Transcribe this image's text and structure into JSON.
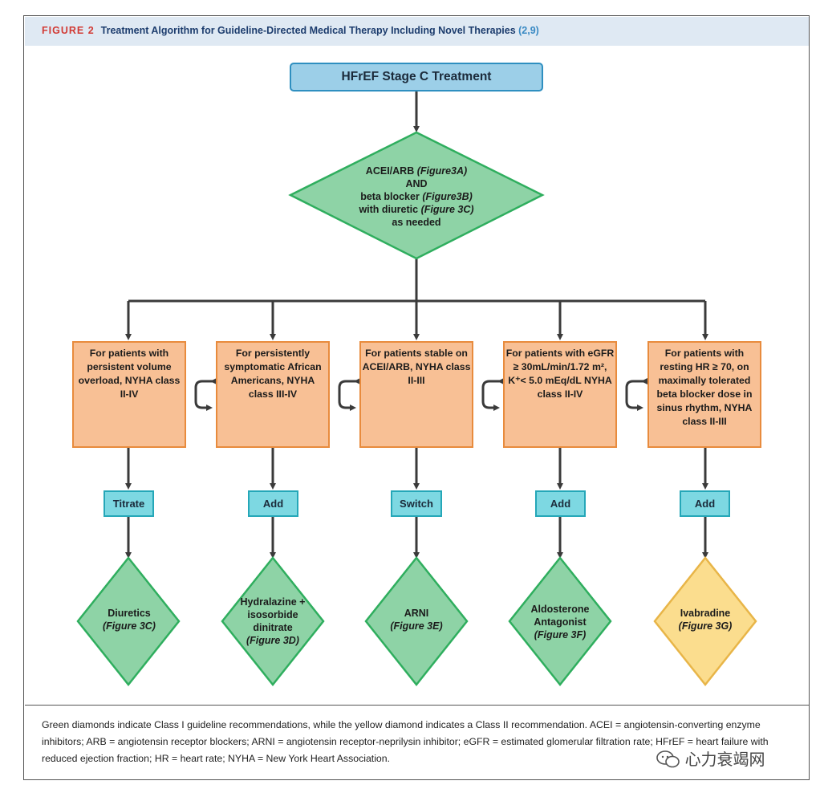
{
  "header": {
    "figure_label": "FIGURE 2",
    "title": "Treatment Algorithm for Guideline-Directed Medical Therapy Including Novel Therapies",
    "refs": "(2,9)"
  },
  "top_box": {
    "label": "HFrEF Stage C Treatment"
  },
  "main_diamond": {
    "line1": "ACEI/ARB",
    "line1_ref": "(Figure3A)",
    "line2": "AND",
    "line3": "beta blocker",
    "line3_ref": "(Figure3B)",
    "line4": "with diuretic",
    "line4_ref": "(Figure 3C)",
    "line5": "as needed"
  },
  "columns": [
    {
      "condition": "For patients with persistent volume overload, NYHA class II-IV",
      "action": "Titrate",
      "result": "Diuretics",
      "result_ref": "(Figure 3C)",
      "class": "I"
    },
    {
      "condition": "For persistently symptomatic African Americans, NYHA class III-IV",
      "action": "Add",
      "result": "Hydralazine + isosorbide dinitrate",
      "result_ref": "(Figure 3D)",
      "class": "I"
    },
    {
      "condition": "For patients stable on ACEI/ARB, NYHA class II-III",
      "action": "Switch",
      "result": "ARNI",
      "result_ref": "(Figure 3E)",
      "class": "I"
    },
    {
      "condition": "For patients with eGFR ≥ 30mL/min/1.72 m², K⁺< 5.0 mEq/dL NYHA class II-IV",
      "action": "Add",
      "result": "Aldosterone Antagonist",
      "result_ref": "(Figure 3F)",
      "class": "I"
    },
    {
      "condition": "For patients with resting HR ≥ 70, on maximally tolerated beta blocker dose in sinus rhythm, NYHA class II-III",
      "action": "Add",
      "result": "Ivabradine",
      "result_ref": "(Figure 3G)",
      "class": "II"
    }
  ],
  "colors": {
    "class_I_fill": "#8ed3a6",
    "class_I_stroke": "#2fae5e",
    "class_II_fill": "#fbdd8e",
    "class_II_stroke": "#e8b548",
    "condition_fill": "#f8c095",
    "action_fill": "#7dd8e2",
    "top_fill": "#9ccfe8"
  },
  "footnote": "Green diamonds indicate Class I guideline recommendations, while the yellow diamond indicates a Class II recommendation. ACEI = angiotensin-converting enzyme inhibitors; ARB = angiotensin receptor blockers; ARNI = angiotensin receptor-neprilysin inhibitor; eGFR = estimated glomerular filtration rate; HFrEF = heart failure with reduced ejection fraction; HR = heart rate; NYHA = New York Heart Association.",
  "watermark": "心力衰竭网"
}
